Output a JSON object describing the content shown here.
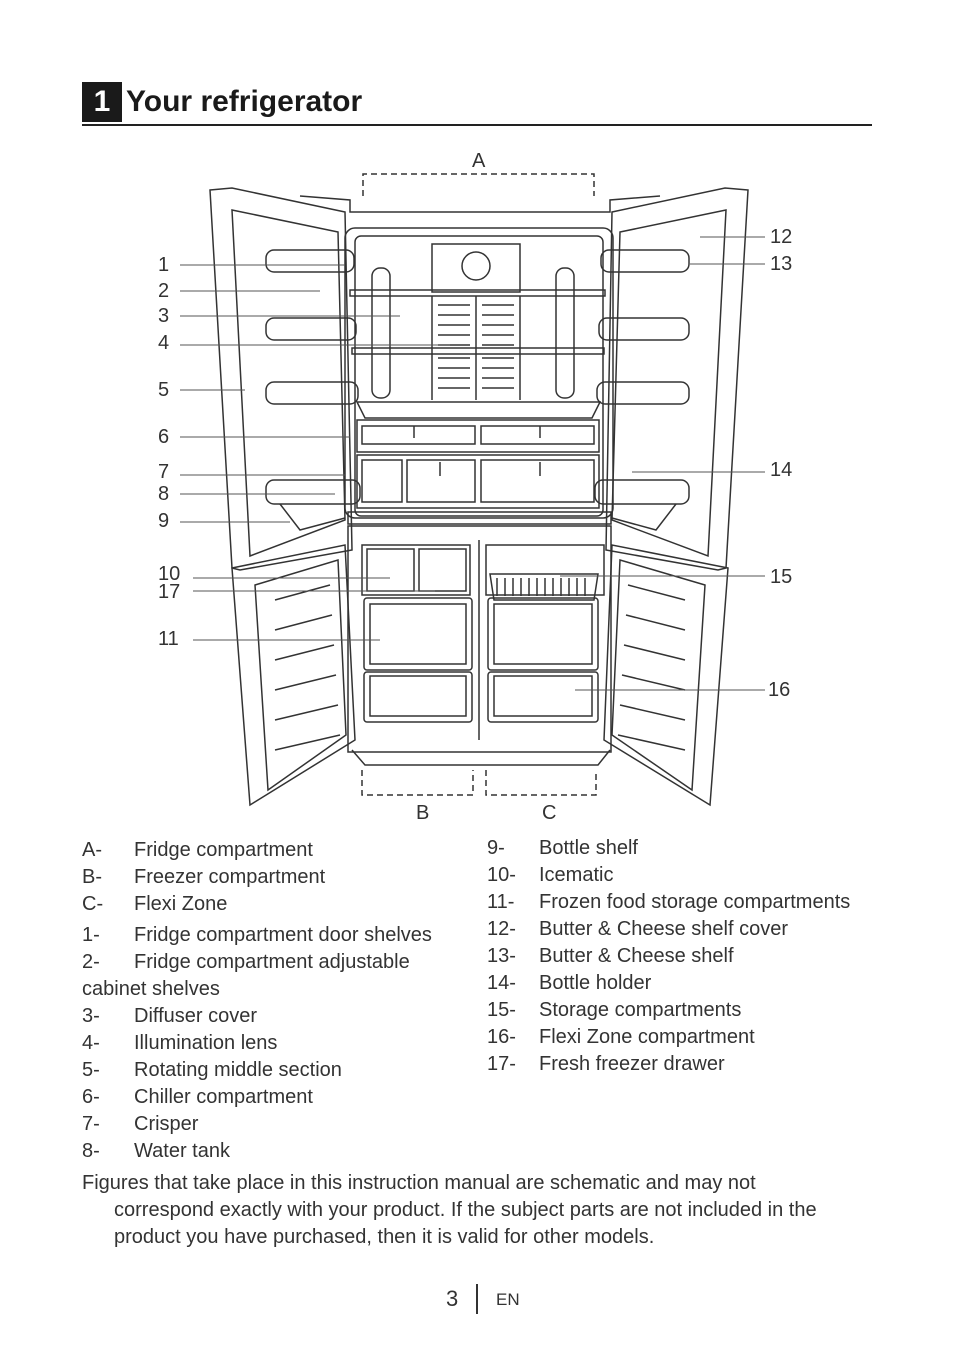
{
  "heading": {
    "number": "1",
    "title": "Your refrigerator"
  },
  "diagram": {
    "section_labels": {
      "a": "A",
      "b": "B",
      "c": "C"
    },
    "callouts_left": [
      "1",
      "2",
      "3",
      "4",
      "5",
      "6",
      "7",
      "8",
      "9",
      "10",
      "17",
      "11"
    ],
    "callouts_right": [
      "12",
      "13",
      "14",
      "15",
      "16"
    ]
  },
  "legend_left": [
    {
      "key": "A-",
      "text": "Fridge compartment"
    },
    {
      "key": "B-",
      "text": "Freezer compartment"
    },
    {
      "key": "C-",
      "text": "Flexi Zone"
    },
    {
      "key": "1-",
      "text": "Fridge compartment door shelves"
    },
    {
      "key": "2-",
      "text": "Fridge compartment adjustable"
    },
    {
      "key": "",
      "text": "cabinet shelves"
    },
    {
      "key": "3-",
      "text": "Diffuser cover"
    },
    {
      "key": "4-",
      "text": "Illumination lens"
    },
    {
      "key": "5-",
      "text": "Rotating middle section"
    },
    {
      "key": "6-",
      "text": "Chiller compartment"
    },
    {
      "key": "7-",
      "text": "Crisper"
    },
    {
      "key": "8-",
      "text": "Water tank"
    }
  ],
  "legend_right": [
    {
      "key": "9-",
      "text": "Bottle shelf"
    },
    {
      "key": "10-",
      "text": "Icematic"
    },
    {
      "key": "11-",
      "text": "Frozen food storage compartments"
    },
    {
      "key": "12-",
      "text": "Butter & Cheese shelf cover"
    },
    {
      "key": "13-",
      "text": "Butter & Cheese shelf"
    },
    {
      "key": "14-",
      "text": "Bottle holder"
    },
    {
      "key": "15-",
      "text": "Storage compartments"
    },
    {
      "key": "16-",
      "text": "Flexi Zone compartment"
    },
    {
      "key": "17-",
      "text": "Fresh freezer drawer"
    }
  ],
  "note": {
    "line1": "Figures that take place in this instruction manual are schematic and may not",
    "line2": "correspond exactly with your product. If the subject parts are not included in the",
    "line3": "product you have purchased, then it is valid for other models."
  },
  "footer": {
    "page": "3",
    "lang": "EN"
  }
}
